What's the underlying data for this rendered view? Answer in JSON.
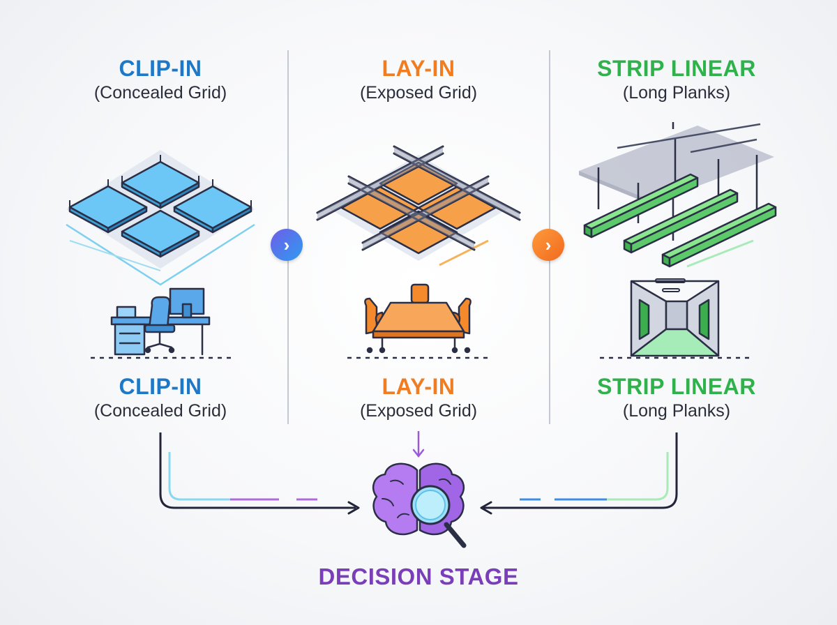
{
  "columns": [
    {
      "title": "CLIP-IN",
      "subtitle": "(Concealed Grid)",
      "accent": "#1e78c8",
      "illustration": "concealed-grid-ceiling-icon",
      "scene": "office-desk-icon"
    },
    {
      "title": "LAY-IN",
      "subtitle": "(Exposed Grid)",
      "accent": "#f07d22",
      "illustration": "exposed-grid-ceiling-icon",
      "scene": "conference-table-icon"
    },
    {
      "title": "STRIP LINEAR",
      "subtitle": "(Long Planks)",
      "accent": "#2fb24b",
      "illustration": "linear-plank-ceiling-icon",
      "scene": "corridor-icon"
    }
  ],
  "decision": {
    "label": "DECISION STAGE",
    "accent": "#7a3fb8",
    "icon": "brain-magnifier-icon"
  },
  "arrows": {
    "first_color": "#4a78e0",
    "second_color": "#f07d22",
    "icon": "chevron-right-icon"
  }
}
